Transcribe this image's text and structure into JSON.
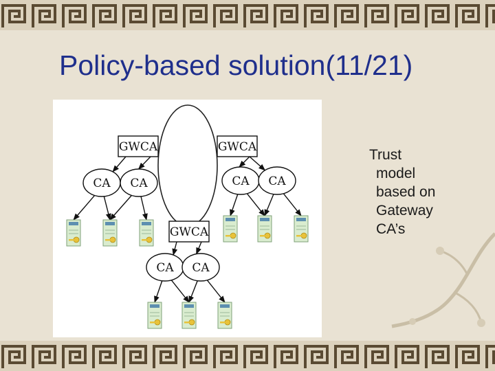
{
  "slide": {
    "title": "Policy-based solution(11/21)",
    "caption_lines": [
      "Trust",
      "model",
      "based on",
      "Gateway",
      "CA’s"
    ],
    "colors": {
      "title": "#1f2f8c",
      "background": "#e9e2d3",
      "border_pattern": "#5a4a32"
    }
  },
  "diagram": {
    "nodes": [
      {
        "id": "gwca-left",
        "kind": "gateway",
        "label": "GWCA"
      },
      {
        "id": "gwca-right",
        "kind": "gateway",
        "label": "GWCA"
      },
      {
        "id": "gwca-bottom",
        "kind": "gateway",
        "label": "GWCA"
      },
      {
        "id": "ca-l1",
        "kind": "ca",
        "label": "CA"
      },
      {
        "id": "ca-l2",
        "kind": "ca",
        "label": "CA"
      },
      {
        "id": "ca-r1",
        "kind": "ca",
        "label": "CA"
      },
      {
        "id": "ca-r2",
        "kind": "ca",
        "label": "CA"
      },
      {
        "id": "ca-b1",
        "kind": "ca",
        "label": "CA"
      },
      {
        "id": "ca-b2",
        "kind": "ca",
        "label": "CA"
      },
      {
        "id": "cert-l1",
        "kind": "certificate",
        "label": ""
      },
      {
        "id": "cert-l2",
        "kind": "certificate",
        "label": ""
      },
      {
        "id": "cert-l3",
        "kind": "certificate",
        "label": ""
      },
      {
        "id": "cert-r1",
        "kind": "certificate",
        "label": ""
      },
      {
        "id": "cert-r2",
        "kind": "certificate",
        "label": ""
      },
      {
        "id": "cert-r3",
        "kind": "certificate",
        "label": ""
      },
      {
        "id": "cert-b1",
        "kind": "certificate",
        "label": ""
      },
      {
        "id": "cert-b2",
        "kind": "certificate",
        "label": ""
      },
      {
        "id": "cert-b3",
        "kind": "certificate",
        "label": ""
      }
    ],
    "edges": [
      {
        "from": "gwca-left",
        "to": "ca-l1"
      },
      {
        "from": "gwca-left",
        "to": "ca-l2"
      },
      {
        "from": "gwca-right",
        "to": "ca-r1"
      },
      {
        "from": "gwca-right",
        "to": "ca-r2"
      },
      {
        "from": "gwca-bottom",
        "to": "ca-b1"
      },
      {
        "from": "gwca-bottom",
        "to": "ca-b2"
      },
      {
        "from": "ca-l1",
        "to": "cert-l1"
      },
      {
        "from": "ca-l1",
        "to": "cert-l2"
      },
      {
        "from": "ca-l2",
        "to": "cert-l2"
      },
      {
        "from": "ca-l2",
        "to": "cert-l3"
      },
      {
        "from": "ca-r1",
        "to": "cert-r1"
      },
      {
        "from": "ca-r1",
        "to": "cert-r2"
      },
      {
        "from": "ca-r2",
        "to": "cert-r2"
      },
      {
        "from": "ca-r2",
        "to": "cert-r3"
      },
      {
        "from": "ca-b1",
        "to": "cert-b1"
      },
      {
        "from": "ca-b1",
        "to": "cert-b2"
      },
      {
        "from": "ca-b2",
        "to": "cert-b2"
      },
      {
        "from": "ca-b2",
        "to": "cert-b3"
      }
    ],
    "links": [
      {
        "from": "gwca-left",
        "to": "gwca-right",
        "shape": "ring"
      },
      {
        "from": "gwca-left",
        "to": "gwca-bottom",
        "shape": "ring"
      },
      {
        "from": "gwca-right",
        "to": "gwca-bottom",
        "shape": "ring"
      }
    ]
  }
}
